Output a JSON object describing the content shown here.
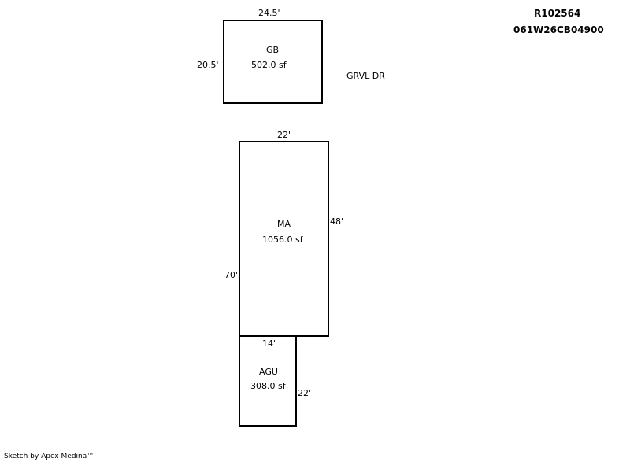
{
  "header": {
    "record_id": "R102564",
    "parcel_id": "061W26CB04900"
  },
  "areas": {
    "gb": {
      "name": "GB",
      "area": "502.0 sf",
      "width_label": "24.5'",
      "height_label": "20.5'"
    },
    "ma": {
      "name": "MA",
      "area": "1056.0 sf",
      "top_label": "22'",
      "right_label": "48'",
      "left_label": "70'"
    },
    "agu": {
      "name": "AGU",
      "area": "308.0 sf",
      "top_label": "14'",
      "right_label": "22'"
    }
  },
  "annotations": {
    "driveway": "GRVL DR"
  },
  "footer": {
    "credit": "Sketch by Apex Medina™"
  }
}
